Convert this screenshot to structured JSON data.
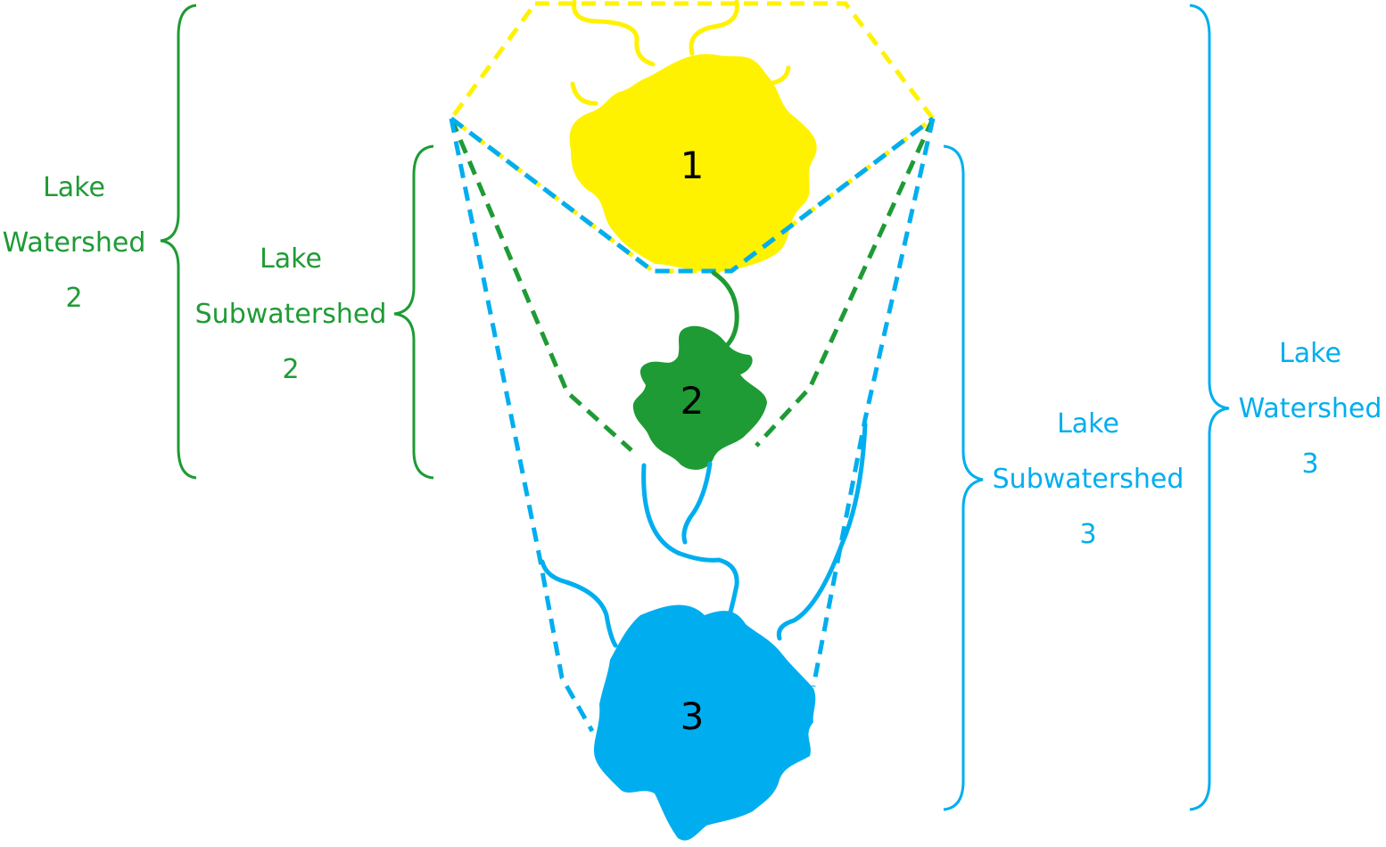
{
  "colors": {
    "lake1": "#FFF200",
    "lake2": "#1E9B34",
    "lake3": "#00AEEF",
    "text_dark": "#000000"
  },
  "lakes": [
    {
      "number": "1",
      "color": "#FFF200"
    },
    {
      "number": "2",
      "color": "#1E9B34"
    },
    {
      "number": "3",
      "color": "#00AEEF"
    }
  ],
  "labels": {
    "watershed2": [
      "Lake",
      "Watershed",
      "2"
    ],
    "subwatershed2": [
      "Lake",
      "Subwatershed",
      "2"
    ],
    "subwatershed3": [
      "Lake",
      "Subwatershed",
      "3"
    ],
    "watershed3": [
      "Lake",
      "Watershed",
      "3"
    ]
  }
}
